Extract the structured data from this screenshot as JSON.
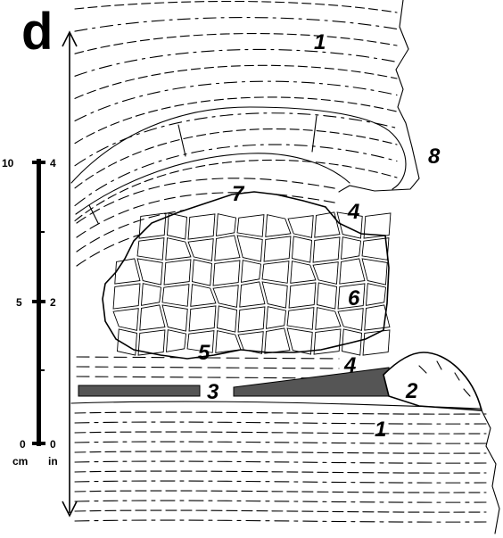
{
  "panel_label": "d",
  "scale": {
    "cm_label": "cm",
    "in_label": "in",
    "cm_ticks": [
      "10",
      "5",
      "0"
    ],
    "in_ticks": [
      "4",
      "2",
      "0"
    ]
  },
  "unit_labels": [
    {
      "id": "unit-1-top",
      "text": "1"
    },
    {
      "id": "unit-8",
      "text": "8"
    },
    {
      "id": "unit-7",
      "text": "7"
    },
    {
      "id": "unit-4-upper",
      "text": "4"
    },
    {
      "id": "unit-6",
      "text": "6"
    },
    {
      "id": "unit-5",
      "text": "5"
    },
    {
      "id": "unit-4-lower",
      "text": "4"
    },
    {
      "id": "unit-2",
      "text": "2"
    },
    {
      "id": "unit-3",
      "text": "3"
    },
    {
      "id": "unit-1-bottom",
      "text": "1"
    }
  ]
}
